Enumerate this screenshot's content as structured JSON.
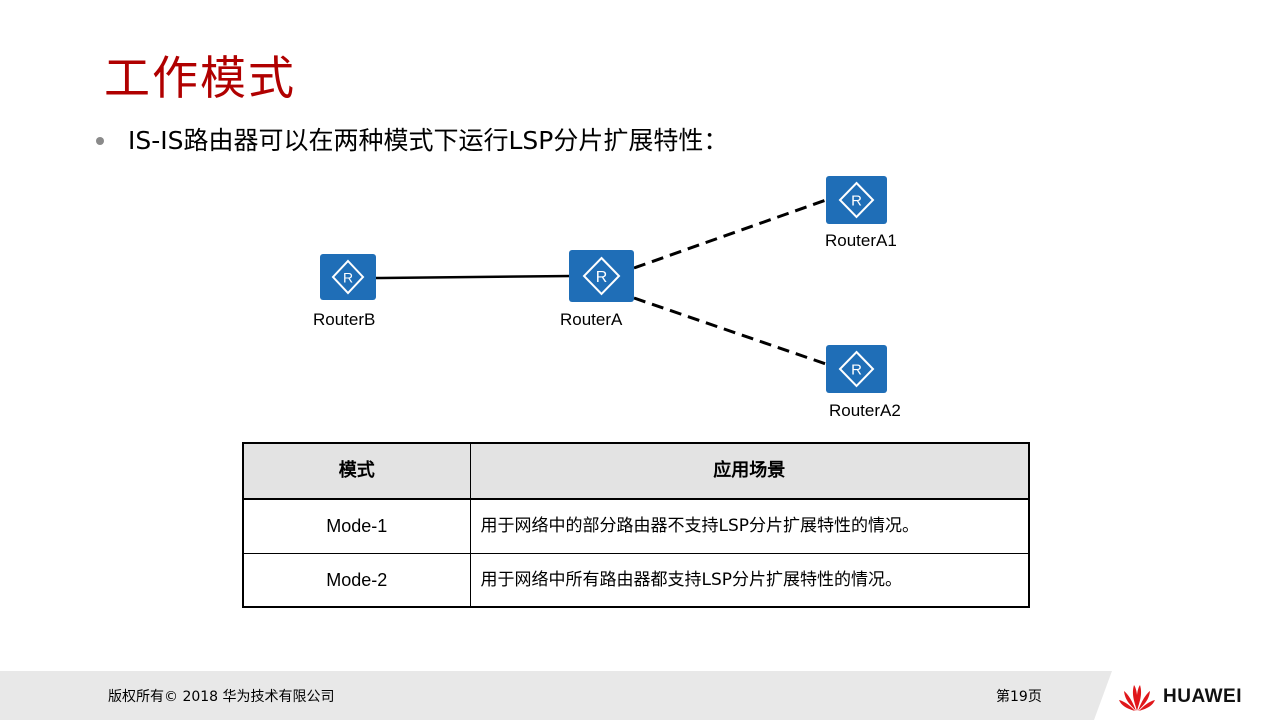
{
  "slide": {
    "title": "工作模式",
    "bullet": "IS-IS路由器可以在两种模式下运行LSP分片扩展特性："
  },
  "topology": {
    "router_icon_letter": "R",
    "router_color": "#1f6eb7",
    "nodes": [
      {
        "id": "routerB",
        "label": "RouterB"
      },
      {
        "id": "routerA",
        "label": "RouterA"
      },
      {
        "id": "routerA1",
        "label": "RouterA1"
      },
      {
        "id": "routerA2",
        "label": "RouterA2"
      }
    ],
    "links": [
      {
        "from": "RouterB",
        "to": "RouterA",
        "style": "solid"
      },
      {
        "from": "RouterA",
        "to": "RouterA1",
        "style": "dashed"
      },
      {
        "from": "RouterA",
        "to": "RouterA2",
        "style": "dashed"
      }
    ]
  },
  "table": {
    "headers": [
      "模式",
      "应用场景"
    ],
    "rows": [
      {
        "mode": "Mode-1",
        "scene": "用于网络中的部分路由器不支持LSP分片扩展特性的情况。"
      },
      {
        "mode": "Mode-2",
        "scene": "用于网络中所有路由器都支持LSP分片扩展特性的情况。"
      }
    ]
  },
  "footer": {
    "copyright": "版权所有© 2018 华为技术有限公司",
    "page": "第19页",
    "brand": "HUAWEI",
    "brand_color": "#e0171b"
  }
}
